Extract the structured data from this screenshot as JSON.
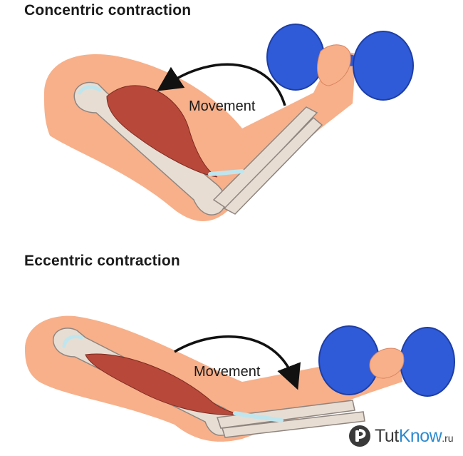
{
  "panels": [
    {
      "title": "Concentric contraction",
      "movement_label": "Movement"
    },
    {
      "title": "Eccentric contraction",
      "movement_label": "Movement"
    }
  ],
  "watermark": {
    "name": "TutKnow",
    "name_plain": "Tut",
    "name_accent": "Know",
    "domain": ".ru"
  },
  "colors": {
    "skin": "#f7b08a",
    "skin_shadow": "#ee9a74",
    "bone": "#e7ddd2",
    "bone_outline": "#8f8580",
    "muscle": "#b8483a",
    "tendon": "#bfe6ee",
    "dumbbell": "#2f5bd8",
    "arrow": "#111111",
    "accent": "#2d8bd0"
  },
  "icons": [
    "curved-arrow-icon",
    "dumbbell-icon",
    "tutknow-logo-icon"
  ]
}
